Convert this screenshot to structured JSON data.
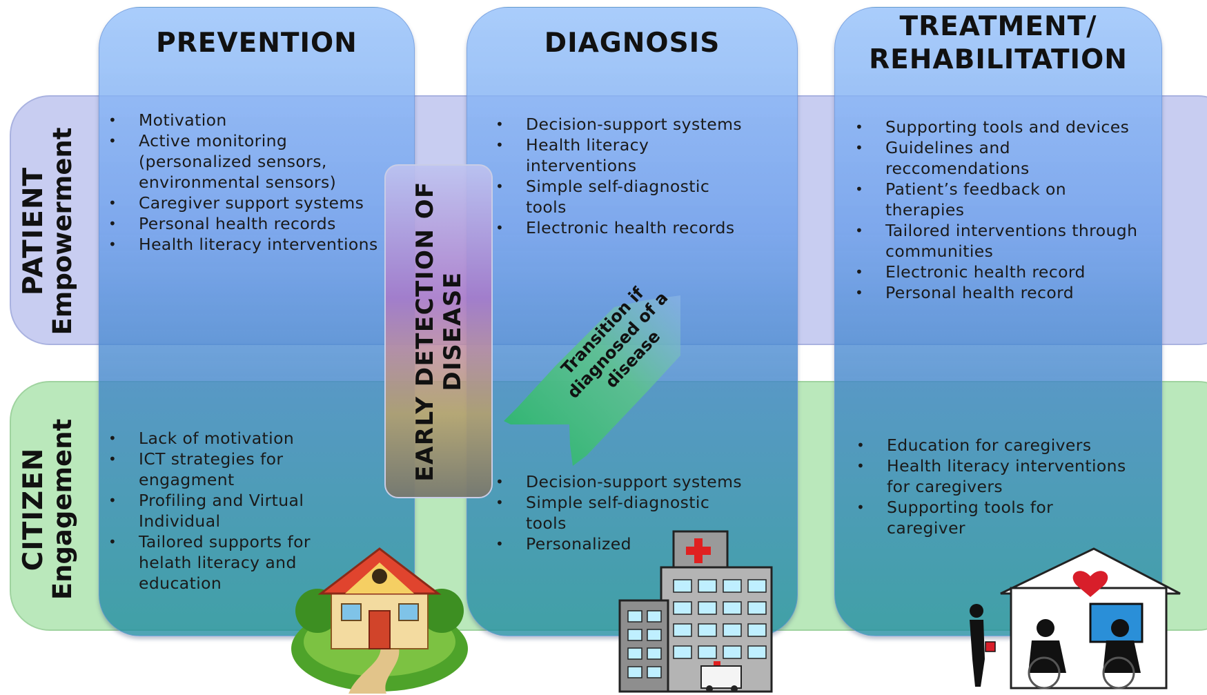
{
  "columns": {
    "prevention": "PREVENTION",
    "diagnosis": "DIAGNOSIS",
    "treatment": "TREATMENT/\nREHABILITATION"
  },
  "rows": {
    "patient": {
      "line1": "PATIENT",
      "line2": "Empowerment"
    },
    "citizen": {
      "line1": "CITIZEN",
      "line2": "Engagement"
    }
  },
  "early_detection": "EARLY DETECTION OF DISEASE",
  "transition": "Transition if diagnosed of a disease",
  "cells": {
    "prevention_patient": [
      "Motivation",
      "Active monitoring (personalized sensors, environmental sensors)",
      "Caregiver support systems",
      "Personal health records",
      "Health literacy interventions"
    ],
    "diagnosis_patient": [
      "Decision-support systems",
      "Health literacy interventions",
      "Simple self-diagnostic tools",
      "Electronic health records"
    ],
    "treatment_patient": [
      "Supporting tools and devices",
      "Guidelines and reccomendations",
      "Patient’s feedback on therapies",
      "Tailored interventions through communities",
      "Electronic health record",
      "Personal health record"
    ],
    "prevention_citizen": [
      "Lack of motivation",
      "ICT strategies for engagment",
      "Profiling and Virtual Individual",
      "Tailored supports for helath literacy and education"
    ],
    "diagnosis_citizen": [
      "Decision-support systems",
      "Simple self-diagnostic tools",
      "Personalized"
    ],
    "treatment_citizen": [
      "Education for caregivers",
      "Health literacy interventions for caregivers",
      "Supporting tools for caregiver"
    ]
  },
  "colors": {
    "patient_band": "#bec4ee",
    "citizen_band": "#b2e6b4",
    "column_top": "#94c0fa",
    "column_bottom": "#1e8ca0",
    "arrow": "#2fb86a"
  },
  "icons": [
    "house-illustration",
    "hospital-illustration",
    "care-home-illustration"
  ]
}
